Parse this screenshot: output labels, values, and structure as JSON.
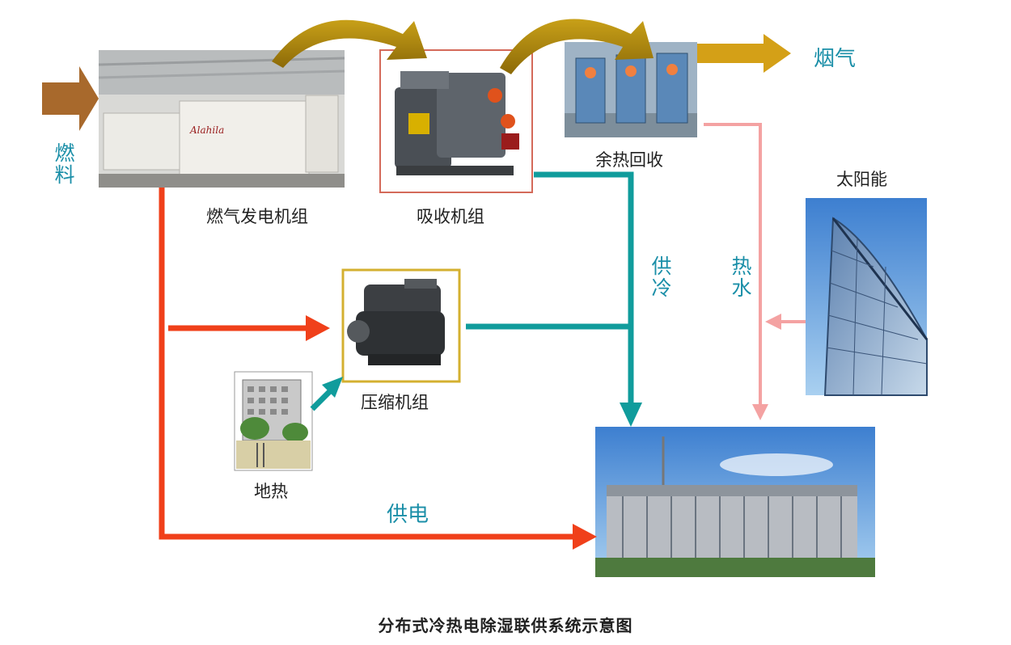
{
  "labels": {
    "fuel": "燃料",
    "generator": "燃气发电机组",
    "absorption": "吸收机组",
    "heat_recovery": "余热回收",
    "flue_gas": "烟气",
    "solar": "太阳能",
    "cooling": "供冷",
    "hot_water": "热水",
    "compressor": "压缩机组",
    "geothermal": "地热",
    "power_supply": "供电"
  },
  "caption": "分布式冷热电除湿联供系统示意图",
  "colors": {
    "power_line": "#f0401a",
    "cooling_line": "#109c9c",
    "hot_water_line": "#f4a2a2",
    "exhaust_arrow": "#d4a017",
    "fuel_arrow": "#a8692c",
    "label_teal": "#1b8fa8"
  }
}
